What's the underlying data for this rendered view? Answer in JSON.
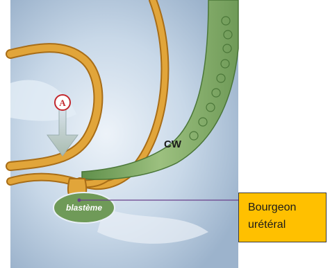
{
  "labels": {
    "marker_letter": "A",
    "cw": "CW",
    "blasteme": "blastème"
  },
  "callout": {
    "line1": "Bourgeon",
    "line2": "urétéral"
  },
  "colors": {
    "duct": "#e1a53a",
    "duct_outline": "#a86d17",
    "green_tissue": "#7aa561",
    "background_tissue": "#b5c9dd",
    "arrow": "#b8c8c0",
    "callout_fill": "#ffc000",
    "pointer_line": "#6a3f8a",
    "marker_letter": "#c2272d"
  }
}
